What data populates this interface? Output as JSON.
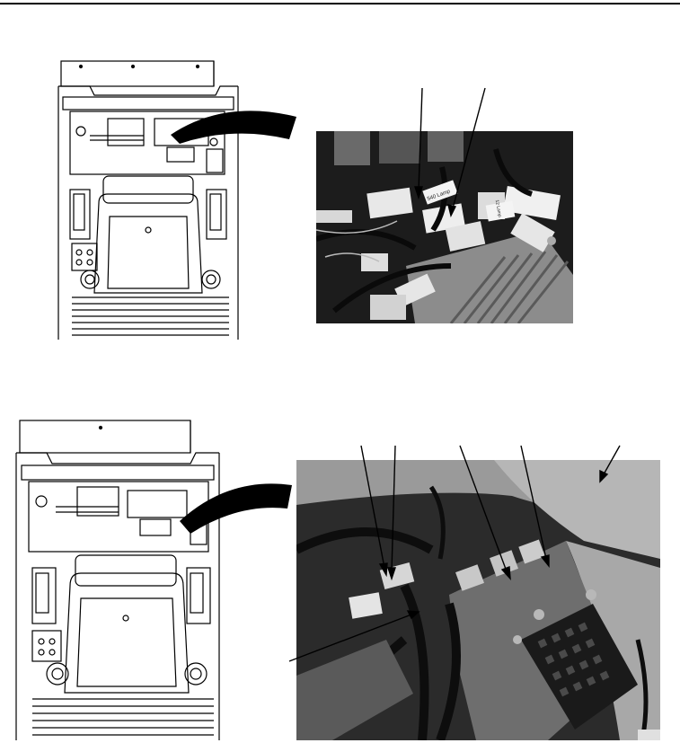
{
  "page": {
    "background": "#ffffff",
    "ink": "#000000"
  },
  "figures": [
    {
      "diagram_icon": "vehicle-top-view-diagram-icon",
      "photo_icon": "wiring-harness-connectors-photo-icon",
      "callout_count": 2
    },
    {
      "diagram_icon": "vehicle-top-view-diagram-icon",
      "photo_icon": "relay-bracket-fuse-block-photo-icon",
      "callout_count": 6
    }
  ],
  "photo_labels": {
    "connector_tag_1": "540 Lamp",
    "connector_tag_2": "12 Lamp"
  }
}
